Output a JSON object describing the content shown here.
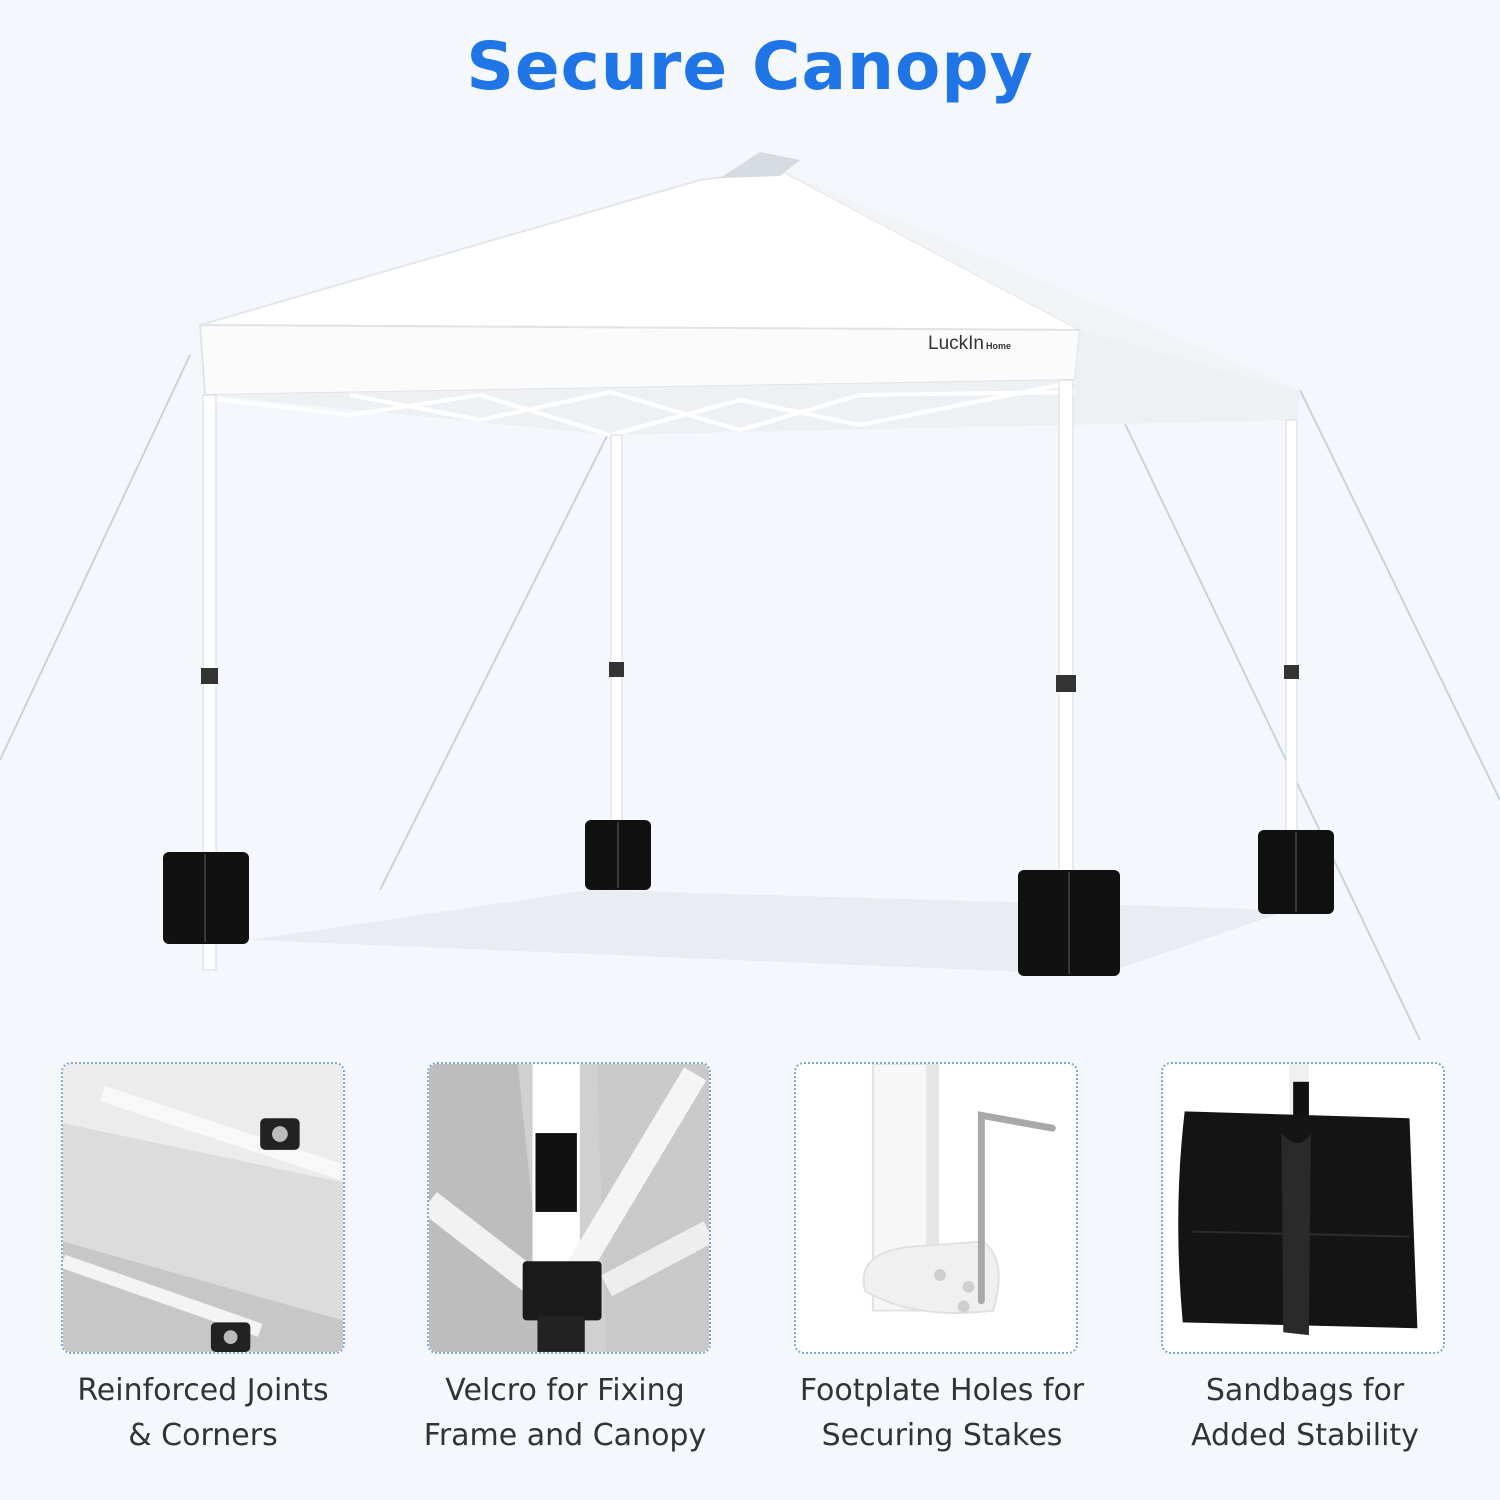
{
  "title": "Secure Canopy",
  "brand": {
    "name": "LuckIn",
    "sub": "Home"
  },
  "features": [
    {
      "line1": "Reinforced Joints",
      "line2": "& Corners"
    },
    {
      "line1": "Velcro for Fixing",
      "line2": "Frame and Canopy"
    },
    {
      "line1": "Footplate Holes for",
      "line2": "Securing Stakes"
    },
    {
      "line1": "Sandbags for",
      "line2": "Added Stability"
    }
  ],
  "colors": {
    "title": "#1f74e6",
    "card_border": "#7aa6d6",
    "sandbag": "#111111"
  }
}
